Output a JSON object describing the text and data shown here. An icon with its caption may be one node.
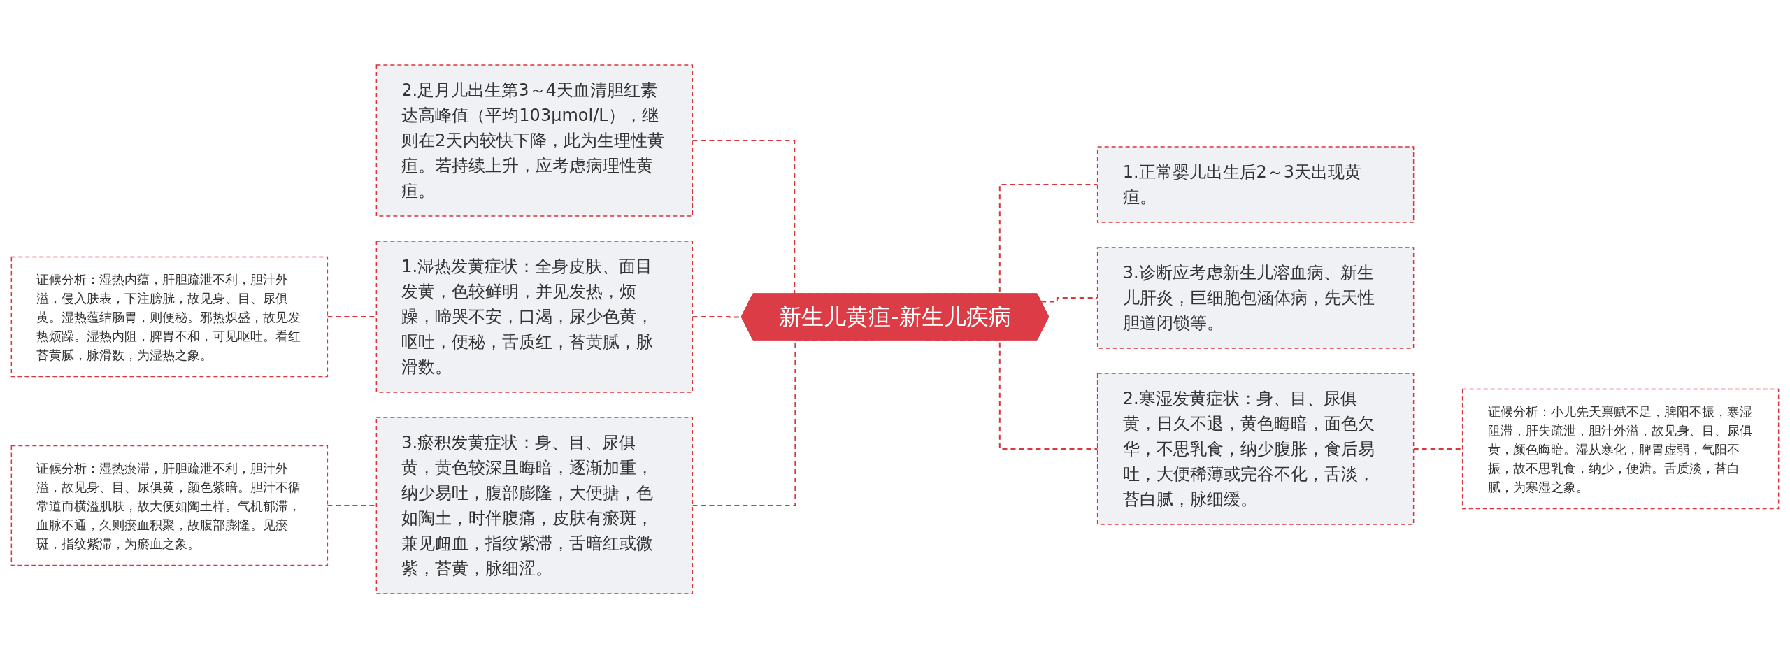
{
  "diagram": {
    "nodes": [
      {
        "text": [
          "新生儿黄疸-新生儿疾病"
        ]
      },
      {
        "text": [
          "2.足月儿出生第3～4天血清胆红素达高峰值（平均103μmol/L），继则在2天内较快下降，此为生理性黄疸。若持续上升，应考虑病理性黄疸。"
        ]
      },
      {
        "text": [
          "1.湿热发黄症状：全身皮肤、面目发黄，色较鲜明，并见发热，烦躁，啼哭不安，口渴，尿少色黄，呕吐，便秘，舌质红，苔黄腻，脉滑数。"
        ]
      },
      {
        "text": [
          "证候分析：湿热内蕴，肝胆疏泄不利，胆汁外溢，侵入肤表，下注膀胱，故见身、目、尿俱黄。湿热蕴结肠胃，则便秘。邪热炽盛，故见发热烦躁。湿热内阻，脾胃不和，可见呕吐。看红苔黄腻，脉滑数，为湿热之象。"
        ]
      },
      {
        "text": [
          "3.瘀积发黄症状：身、目、尿俱黄，黄色较深且晦暗，逐渐加重，纳少易吐，腹部膨隆，大便搪，色如陶土，时伴腹痛，皮肤有瘀斑，兼见衄血，指纹紫滞，舌暗红或微紫，苔黄，脉细涩。"
        ]
      },
      {
        "text": [
          "证候分析：湿热瘀滞，肝胆疏泄不利，胆汁外溢，故见身、目、尿俱黄，颜色紫暗。胆汁不循常道而横溢肌肤，故大便如陶土样。气机郁滞，血脉不通，久则瘀血积聚，故腹部膨隆。见瘀斑，指纹紫滞，为瘀血之象。"
        ]
      },
      {
        "text": [
          "1.正常婴儿出生后2～3天出现黄疸。"
        ]
      },
      {
        "text": [
          "3.诊断应考虑新生儿溶血病、新生儿肝炎，巨细胞包涵体病，先天性胆道闭锁等。"
        ]
      },
      {
        "text": [
          "2.寒湿发黄症状：身、目、尿俱黄，日久不退，黄色晦暗，面色欠华，不思乳食，纳少腹胀，食后易吐，大便稀薄或完谷不化，舌淡，苔白腻，脉细缓。"
        ]
      },
      {
        "text": [
          "证候分析：小儿先天禀赋不足，脾阳不振，寒湿阻滞，肝失疏泄，胆汁外溢，故见身、目、尿俱黄，颜色晦暗。湿从寒化，脾胃虚弱，气阳不振，故不思乳食，纳少，便溏。舌质淡，苔白腻，为寒湿之象。"
        ]
      }
    ],
    "edges": [
      {
        "from": 1,
        "to": 0,
        "arrow": "none",
        "style": "dashed"
      },
      {
        "from": 2,
        "to": 0,
        "arrow": "none",
        "style": "dashed"
      },
      {
        "from": 3,
        "to": 2,
        "arrow": "none",
        "style": "dashed"
      },
      {
        "from": 4,
        "to": 0,
        "arrow": "none",
        "style": "dashed"
      },
      {
        "from": 5,
        "to": 4,
        "arrow": "none",
        "style": "dashed"
      },
      {
        "from": 0,
        "to": 6,
        "arrow": "none",
        "style": "dashed"
      },
      {
        "from": 0,
        "to": 7,
        "arrow": "none",
        "style": "dashed"
      },
      {
        "from": 0,
        "to": 8,
        "arrow": "none",
        "style": "dashed"
      },
      {
        "from": 8,
        "to": 9,
        "arrow": "none",
        "style": "dashed"
      }
    ]
  }
}
